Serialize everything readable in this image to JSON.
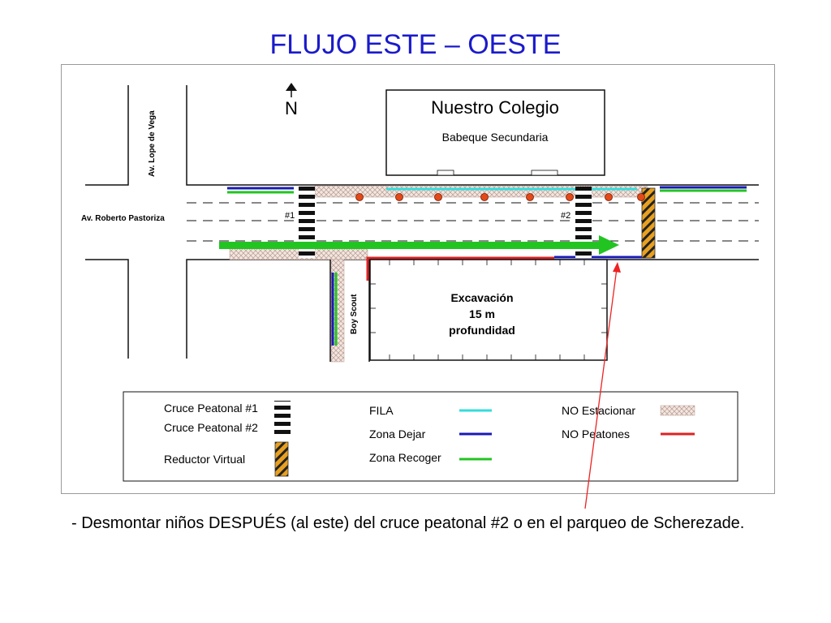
{
  "title": "FLUJO ESTE – OESTE",
  "map": {
    "north": "N",
    "street_vertical": "Av. Lope de Vega",
    "street_horizontal": "Av. Roberto Pastoriza",
    "side_street": "Boy Scout",
    "school_name": "Nuestro Colegio",
    "school_sub": "Babeque Secundaria",
    "crosswalk_1": "#1",
    "crosswalk_2": "#2",
    "excavation_line1": "Excavación",
    "excavation_line2": "15 m",
    "excavation_line3": "profundidad"
  },
  "legend": {
    "crosswalk_1": "Cruce Peatonal #1",
    "crosswalk_2": "Cruce Peatonal #2",
    "speed_bump": "Reductor Virtual",
    "queue": "FILA",
    "drop_zone": "Zona Dejar",
    "pickup_zone": "Zona Recoger",
    "no_parking": "NO Estacionar",
    "no_pedestrians": "NO Peatones"
  },
  "colors": {
    "title": "#1a1acc",
    "queue": "#33dddd",
    "drop_zone": "#1a1ab4",
    "pickup_zone": "#22c422",
    "no_pedestrians": "#dd2222",
    "cone": "#e24a1a",
    "speed_bump": "#e8a020"
  },
  "note": "- Desmontar niños DESPUÉS (al este) del cruce peatonal #2 o en el parqueo de Scherezade."
}
